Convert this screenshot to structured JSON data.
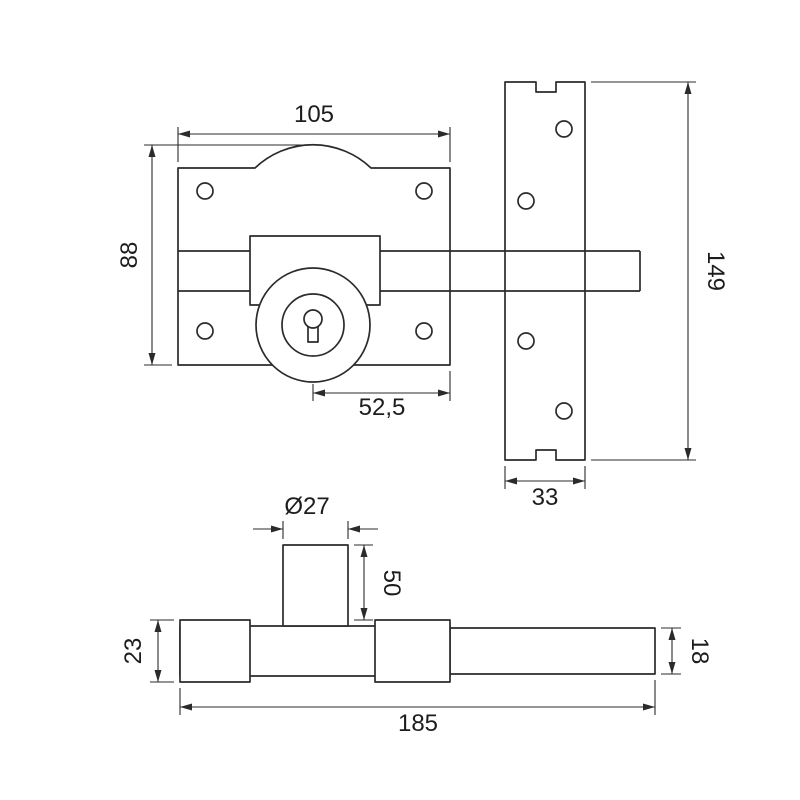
{
  "drawing": {
    "background": "#ffffff",
    "line_color": "#2b2b2b",
    "description": "technical-dimension-drawing-of-rim-lock-deadbolt",
    "front_view": {
      "plate_width": "105",
      "plate_height": "88",
      "cylinder_offset": "52,5",
      "strike_height": "149",
      "strike_width": "33"
    },
    "side_view": {
      "cylinder_diameter": "Ø27",
      "cylinder_height": "50",
      "body_thickness": "23",
      "total_length": "185",
      "bolt_thickness": "18"
    }
  }
}
